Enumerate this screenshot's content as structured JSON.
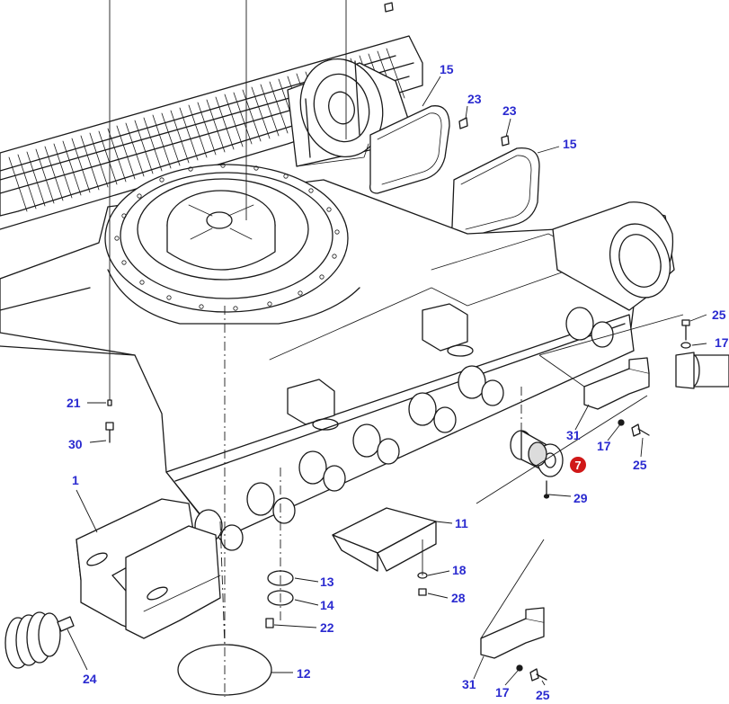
{
  "colors": {
    "callout_text": "#2b2bd0",
    "highlight_marker": "#d01818",
    "line_art": "#1a1a1a",
    "background": "#ffffff"
  },
  "callouts": [
    {
      "id": "c15a",
      "label": "15"
    },
    {
      "id": "c23a",
      "label": "23"
    },
    {
      "id": "c23b",
      "label": "23"
    },
    {
      "id": "c15b",
      "label": "15"
    },
    {
      "id": "c25a",
      "label": "25"
    },
    {
      "id": "c17a",
      "label": "17"
    },
    {
      "id": "c21",
      "label": "21"
    },
    {
      "id": "c30",
      "label": "30"
    },
    {
      "id": "c31a",
      "label": "31"
    },
    {
      "id": "c17b",
      "label": "17"
    },
    {
      "id": "c25b",
      "label": "25"
    },
    {
      "id": "c29",
      "label": "29"
    },
    {
      "id": "c1",
      "label": "1"
    },
    {
      "id": "c11",
      "label": "11"
    },
    {
      "id": "c18",
      "label": "18"
    },
    {
      "id": "c13",
      "label": "13"
    },
    {
      "id": "c28",
      "label": "28"
    },
    {
      "id": "c14",
      "label": "14"
    },
    {
      "id": "c22",
      "label": "22"
    },
    {
      "id": "c24",
      "label": "24"
    },
    {
      "id": "c12",
      "label": "12"
    },
    {
      "id": "c31b",
      "label": "31"
    },
    {
      "id": "c17c",
      "label": "17"
    },
    {
      "id": "c25c",
      "label": "25"
    }
  ],
  "highlighted_callout": {
    "label": "7"
  }
}
